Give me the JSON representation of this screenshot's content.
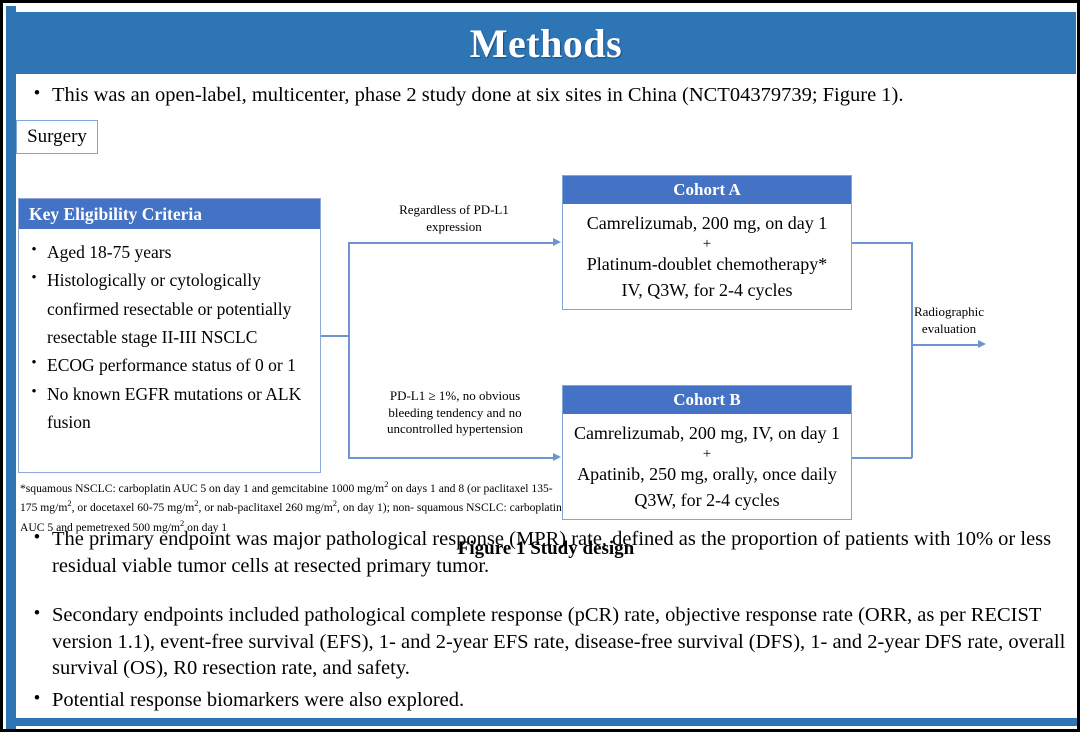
{
  "slide": {
    "title": "Methods",
    "accent_color": "#2E75B6",
    "box_header_color": "#4472C4",
    "connector_color": "#6E95CF"
  },
  "lead_bullet": {
    "marker": "•",
    "text": "This was an open-label, multicenter, phase 2 study done at six sites in China (NCT04379739; Figure 1)."
  },
  "figure": {
    "caption": "Figure 1 Study design",
    "eligibility": {
      "header": "Key  Eligibility Criteria",
      "marker": "•",
      "items": [
        "Aged 18-75 years",
        "Histologically or cytologically confirmed resectable or potentially resectable stage II-III  NSCLC",
        "ECOG performance status of 0 or 1",
        "No known EGFR mutations or ALK fusion"
      ]
    },
    "footnote": {
      "line1_a": "*squamous NSCLC: carboplatin AUC 5 on day 1 and gemcitabine 1000 mg/m",
      "line1_sup": "2",
      "line1_b": " on days 1 and 8 (or",
      "line2_a": "paclitaxel 135-175  mg/m",
      "line2_sup1": "2",
      "line2_b": ", or docetaxel 60-75 mg/m",
      "line2_sup2": "2",
      "line2_c": ", or nab-paclitaxel 260 mg/m",
      "line2_sup3": "2",
      "line2_d": ", on day 1); non-",
      "line3_a": "squamous NSCLC: carboplatin AUC 5 and pemetrexed 500 mg/m",
      "line3_sup": "2",
      "line3_b": " on day 1"
    },
    "cohort_a": {
      "header": "Cohort A",
      "line1": "Camrelizumab, 200 mg, on day 1",
      "plus": "+",
      "line2": "Platinum-doublet chemotherapy*",
      "line3": "IV, Q3W, for 2-4 cycles"
    },
    "cohort_b": {
      "header": "Cohort B",
      "line1": "Camrelizumab, 200 mg, IV, on day 1",
      "plus": "+",
      "line2": "Apatinib, 250 mg, orally, once daily",
      "line3": "Q3W, for 2-4 cycles"
    },
    "label_top": "Regardless  of PD-L1 expression",
    "label_bottom": "PD-L1 ≥ 1%, no obvious bleeding tendency and no uncontrolled  hypertension",
    "label_right": "Radiographic evaluation",
    "surgery": "Surgery"
  },
  "bullets": [
    {
      "marker": "•",
      "text": "The primary endpoint was major pathological response (MPR) rate, defined as the proportion of patients with 10% or less residual viable tumor cells at resected primary tumor."
    },
    {
      "marker": "•",
      "text": "Secondary endpoints included pathological complete response (pCR) rate, objective response rate (ORR, as per RECIST version 1.1), event-free survival (EFS), 1- and 2-year EFS rate, disease-free survival (DFS), 1- and 2-year DFS rate, overall survival (OS), R0 resection rate, and safety."
    },
    {
      "marker": "•",
      "text": "Potential response biomarkers were also explored."
    }
  ]
}
